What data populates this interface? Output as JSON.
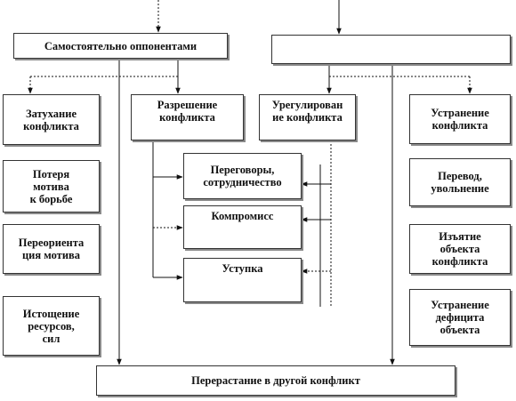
{
  "diagram": {
    "boxes": {
      "self_opponents": "Самостоятельно оппонентами",
      "top_right": "",
      "fading": "Затухание\nконфликта",
      "resolution": "Разрешение\nконфликта",
      "settlement": "Урегулирован\nие конфликта",
      "elimination": "Устранение\nконфликта",
      "motive_loss": "Потеря\nмотива\nк борьбе",
      "negotiations": "Переговоры,\nсотрудничество",
      "transfer": "Перевод,\nувольнение",
      "reorientation": "Переориента\nция мотива",
      "compromise": "Компромисс",
      "seizure": "Изъятие\nобъекта\nконфликта",
      "concession": "Уступка",
      "exhaustion": "Истощение\nресурсов,\nсил",
      "deficit": "Устранение\nдефицита\nобъекта",
      "escalation": "Перерастание в другой конфликт"
    }
  }
}
